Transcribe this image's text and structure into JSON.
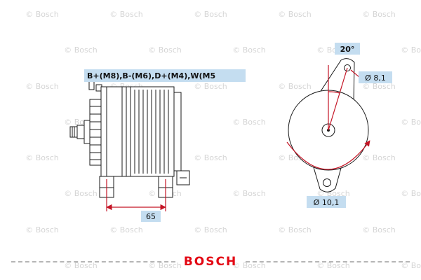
{
  "watermark": {
    "text": "© Bosch"
  },
  "diagram": {
    "terminal_label": "B+(M8),B-(M6),D+(M4),W(M5",
    "dimension_65": "65",
    "angle_label": "20°",
    "hole_small_label": "Ø 8,1",
    "hole_large_label": "Ø 10,1"
  },
  "footer": {
    "brand": "BOSCH"
  },
  "colors": {
    "label_highlight": "#c4ddf0",
    "dimension_red": "#c41425",
    "brand_red": "#e30613",
    "line_black": "#1a1a1a",
    "watermark_gray": "#d5d5d5"
  }
}
